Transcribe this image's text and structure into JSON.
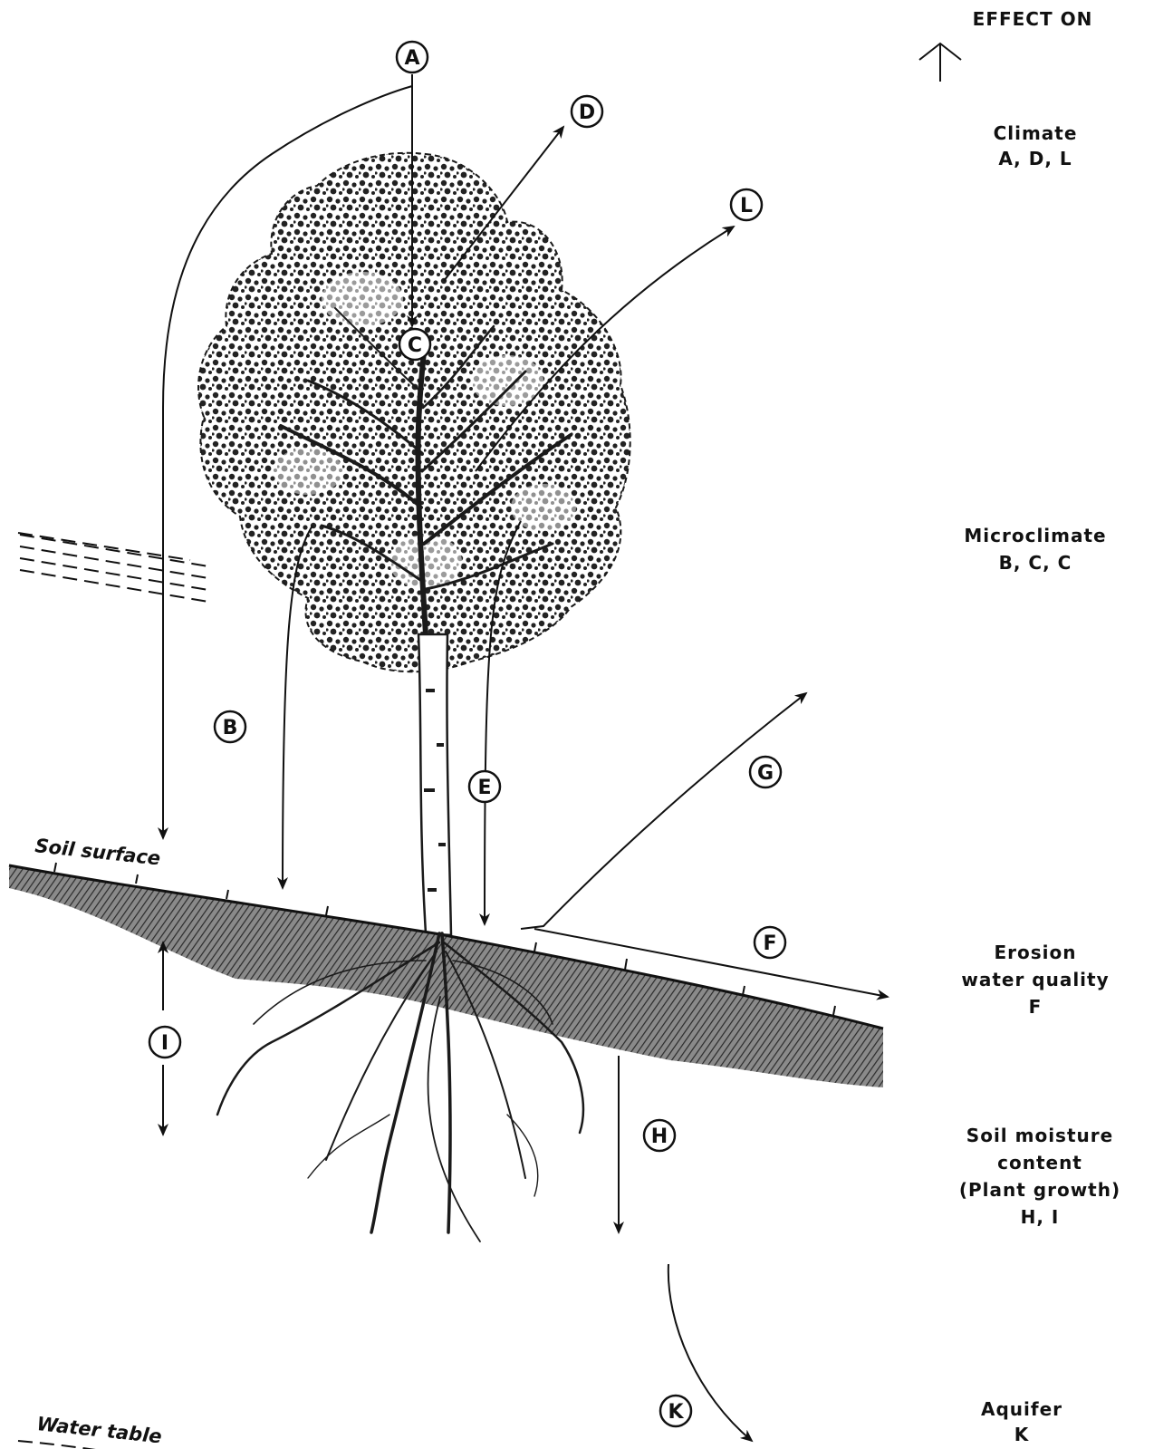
{
  "header": {
    "effect_on": "EFFECT ON"
  },
  "labels": {
    "soil_surface": "Soil surface",
    "water_table": "Water table"
  },
  "markers": {
    "A": "A",
    "B": "B",
    "C": "C",
    "D": "D",
    "E": "E",
    "F": "F",
    "G": "G",
    "H": "H",
    "I": "I",
    "K": "K",
    "L": "L"
  },
  "effects": [
    {
      "name": "Climate",
      "codes": "A, D, L"
    },
    {
      "name": "Microclimate",
      "codes": "B, C, C"
    },
    {
      "lines": [
        "Erosion",
        "water quality"
      ],
      "codes": "F"
    },
    {
      "lines": [
        "Soil moisture",
        "content",
        "(Plant growth)"
      ],
      "codes": "H, I"
    },
    {
      "name": "Aquifer",
      "codes": "K"
    }
  ],
  "colors": {
    "ink": "#111111",
    "soil": "#555555",
    "foliage": "#2a2a2a"
  }
}
